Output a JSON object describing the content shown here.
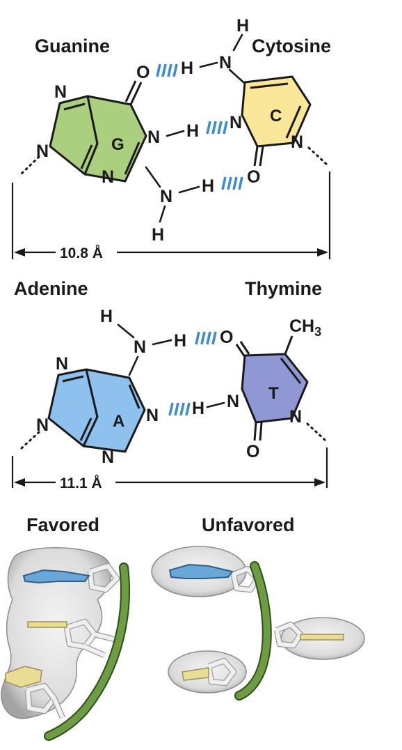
{
  "pairs": {
    "gc": {
      "left_name": "Guanine",
      "right_name": "Cytosine",
      "left_letter": "G",
      "right_letter": "C",
      "distance": "10.8 Å",
      "colors": {
        "guanine": "#a9cf7f",
        "cytosine": "#fbe79a"
      }
    },
    "at": {
      "left_name": "Adenine",
      "right_name": "Thymine",
      "left_letter": "A",
      "right_letter": "T",
      "methyl": "CH",
      "methyl_sub": "3",
      "distance": "11.1 Å",
      "colors": {
        "adenine": "#8ec1ee",
        "thymine": "#8f98d4"
      }
    }
  },
  "atoms": {
    "nitrogen": "N",
    "oxygen": "O",
    "hydrogen": "H"
  },
  "stacking": {
    "favored_label": "Favored",
    "unfavored_label": "Unfavored",
    "colors": {
      "backbone": "#5d8a3a",
      "base_blue": "#6aa6d6",
      "base_yellow": "#e8dc96",
      "surface": "#d4d4d4"
    }
  },
  "bond_color": "#3b8cd0"
}
